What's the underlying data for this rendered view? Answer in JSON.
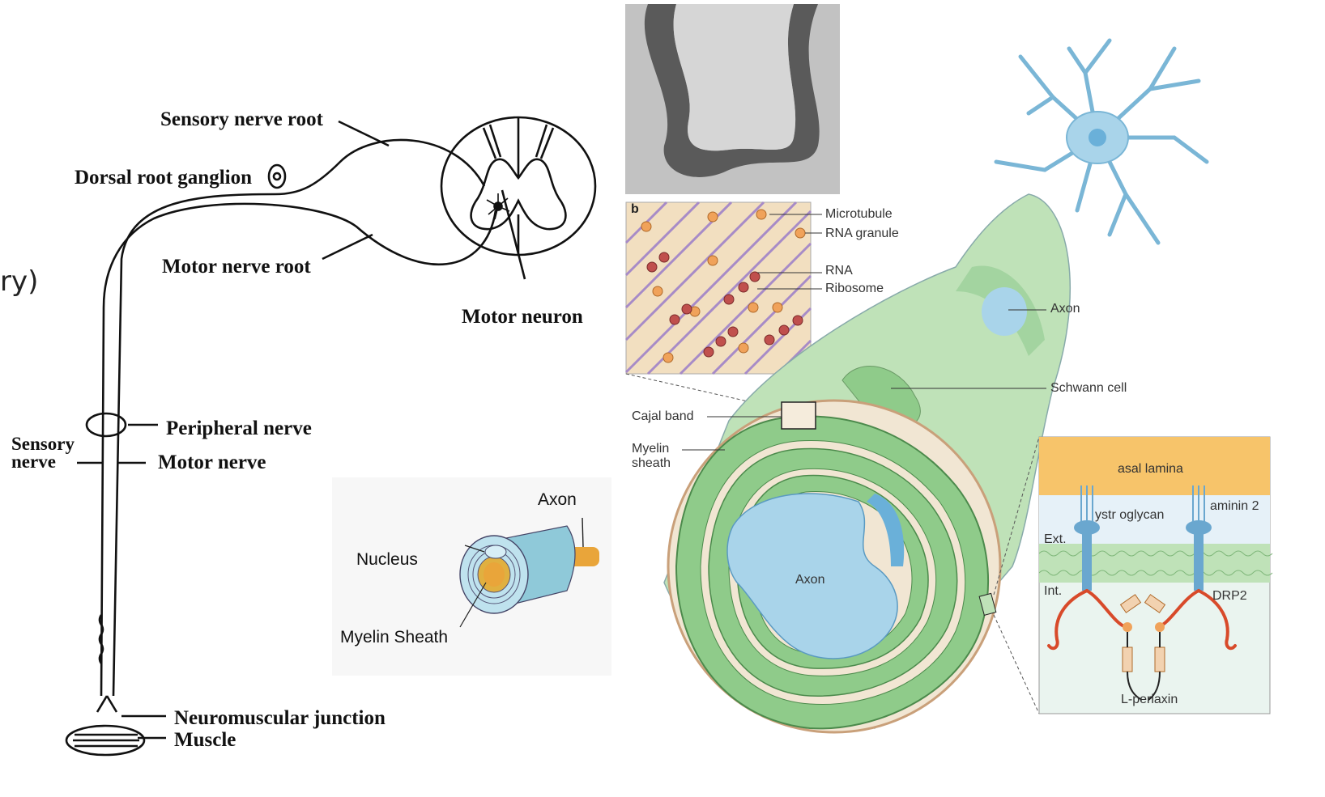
{
  "left_diagram": {
    "sensory_nerve_root": "Sensory nerve root",
    "dorsal_root_ganglion": "Dorsal root ganglion",
    "motor_nerve_root": "Motor nerve root",
    "motor_neuron": "Motor neuron",
    "peripheral_nerve": "Peripheral nerve",
    "sensory_nerve": "Sensory\nnerve",
    "motor_nerve": "Motor nerve",
    "neuromuscular_junction": "Neuromuscular junction",
    "muscle": "Muscle",
    "cutoff_text": "ry)"
  },
  "cylinder_inset": {
    "axon": "Axon",
    "nucleus": "Nucleus",
    "myelin_sheath": "Myelin Sheath"
  },
  "right_diagram": {
    "panel_b_letter": "b",
    "microtubule": "Microtubule",
    "rna_granule": "RNA granule",
    "rna": "RNA",
    "ribosome": "Ribosome",
    "axon_top": "Axon",
    "schwann_cell": "Schwann cell",
    "cajal_band": "Cajal band",
    "myelin_sheath": "Myelin\nsheath",
    "axon_center": "Axon"
  },
  "molecular_inset": {
    "basal_lamina": "asal lamina",
    "laminin": "aminin 2",
    "dystroglycan": "ystr oglycan",
    "ext": "Ext.",
    "int": "Int.",
    "drp2": "DRP2",
    "periaxin": "L-periaxin"
  },
  "colors": {
    "myelin_green": "#8fcb8a",
    "axon_blue": "#a9d4ea",
    "cajal_beige": "#f1e6d3",
    "basal_orange": "#f7c46a",
    "neuron_blue": "#9fd0ea"
  }
}
